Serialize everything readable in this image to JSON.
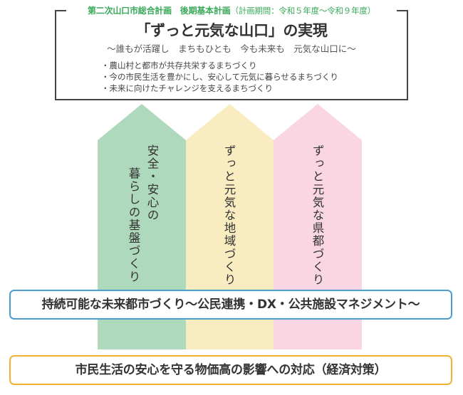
{
  "plan": {
    "header": "第二次山口市総合計画　後期基本計画",
    "period": "（計画期間：令和５年度～令和９年度）",
    "vision_title": "「ずっと元気な山口」の実現",
    "vision_subtitle": "～誰もが活躍し　まちもひとも　今も未来も　元気な山口に～",
    "points": [
      "農山村と都市が共存共栄するまちづくり",
      "今の市民生活を豊かにし、安心して元気に暮らせるまちづくり",
      "未来に向けたチャレンジを支えるまちづくり"
    ],
    "header_color": "#3aaa5a"
  },
  "pillars": [
    {
      "line1": "安全・安心の",
      "line2": "暮らしの基盤づくり",
      "color": "#aed9bc"
    },
    {
      "line1": "ずっと元気な地域づくり",
      "color": "#f8ecc0"
    },
    {
      "line1": "ずっと元気な県都づくり",
      "color": "#fad6e2"
    }
  ],
  "bands": {
    "sustainable": {
      "label": "持続可能な未来都市づくり～公民連携・DX・公共施設マネジメント～",
      "border_color": "#4d9dd0"
    },
    "economic": {
      "label": "市民生活の安心を守る物価高の影響への対応（経済対策）",
      "border_color": "#f5b030"
    }
  }
}
